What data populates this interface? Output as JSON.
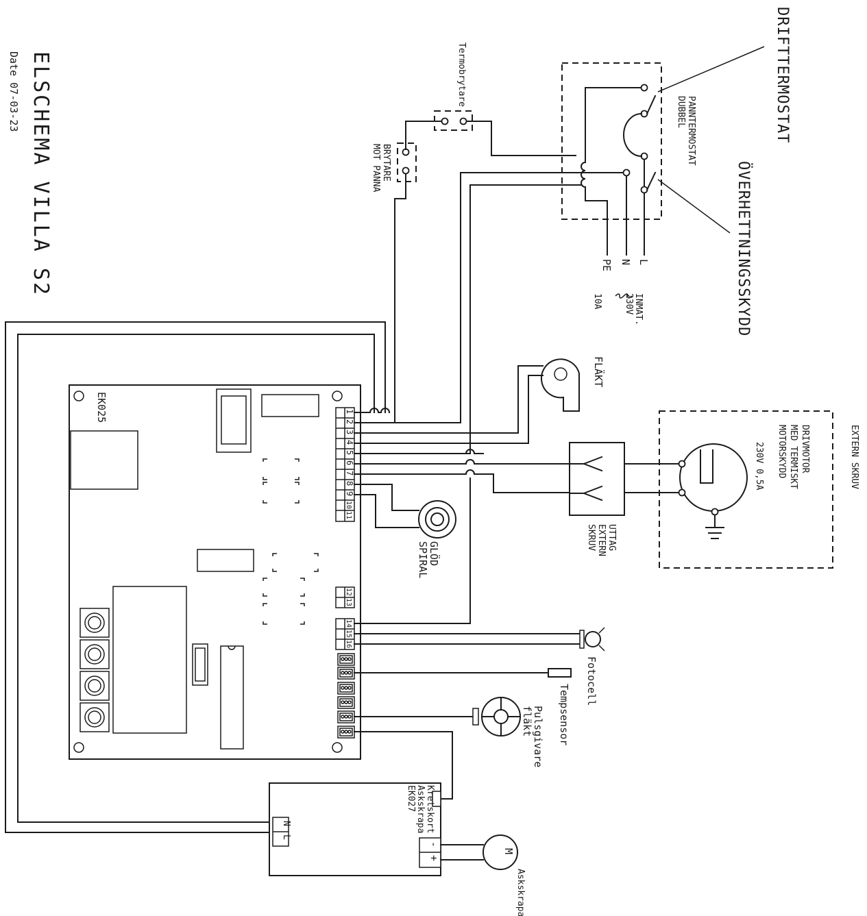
{
  "diagram": {
    "title": "ELSCHEMA VILLA S2",
    "date": "Date 07-03-23",
    "board_label": "EK025",
    "terminal_labels": [
      "1",
      "2",
      "3",
      "4",
      "5",
      "6",
      "7",
      "8",
      "9",
      "10",
      "11",
      "12",
      "13",
      "14",
      "15",
      "16"
    ],
    "components": {
      "drifttermostat": "DRIFTTERMOSTAT",
      "panntermostat_line1": "PANNTERMOSTAT",
      "panntermostat_line2": "DUBBEL",
      "overhettningsskydd": "ÖVERHETTNINGSSKYDD",
      "termobrytare": "Termobrytare",
      "brytare_line1": "BRYTARE",
      "brytare_line2": "MOT PANNA",
      "inmat_line1": "INMAT.",
      "inmat_line2": "230V",
      "inmat_line3": "10A",
      "line_L": "L",
      "line_N": "N",
      "line_PE": "PE",
      "flakt": "FLÄKT",
      "extern_skruv": "EXTERN SKRUV",
      "drivmotor_line1": "DRIVMOTOR",
      "drivmotor_line2": "MED TERMISKT",
      "drivmotor_line3": "MOTORSKYDD",
      "drivmotor_rating": "230V 0,5A",
      "uttag_line1": "UTTAG",
      "uttag_line2": "EXTERN",
      "uttag_line3": "SKRUV",
      "glod_line1": "GLÖD",
      "glod_line2": "SPIRAL",
      "fotocell": "Fotocell",
      "tempsensor": "Tempsensor",
      "pulsgivare_line1": "Pulsgivare",
      "pulsgivare_line2": "fläkt",
      "kretskort_line1": "Kretskort",
      "kretskort_line2": "Askskrapa",
      "kretskort_line3": "EK027",
      "nl_N": "N",
      "nl_L": "L",
      "motor_minus": "-",
      "motor_plus": "+",
      "motor_symbol": "M",
      "askskrapa": "Askskrapa"
    }
  }
}
